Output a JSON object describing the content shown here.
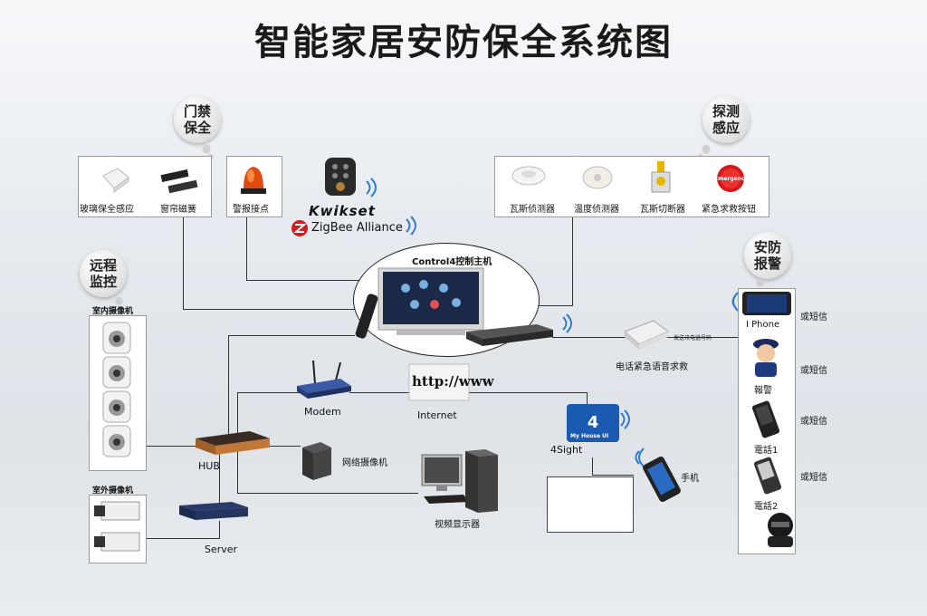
{
  "title": "智能家居安防保全系统图",
  "bubbles": {
    "access": "门禁保全",
    "detect": "探测感应",
    "remote": "远程监控",
    "alarm": "安防报警"
  },
  "access_panel": {
    "glass_sensor": "玻璃保全感应",
    "window_magnet": "窗帘磁簧",
    "alarm_point": "警报接点"
  },
  "brands": {
    "kwikset": "Kwikset",
    "zigbee": "ZigBee Alliance"
  },
  "detect_panel": {
    "gas_detector": "瓦斯侦测器",
    "temp_detector": "温度侦测器",
    "gas_cutoff": "瓦斯切断器",
    "emergency_button": "紧急求救按钮",
    "emergency_icon_text": "Emergency"
  },
  "controller": {
    "label": "Control4控制主机"
  },
  "remote_panel": {
    "indoor_camera": "室内摄像机",
    "outdoor_camera": "室外摄像机"
  },
  "network": {
    "hub": "HUB",
    "modem": "Modem",
    "internet": "Internet",
    "http_text": "http://www",
    "server": "Server",
    "network_camera": "网络摄像机",
    "video_display": "视频显示器",
    "foursight": "4Sight",
    "myhouse": "My House UI",
    "phone": "手机",
    "phone_alarm": "电话紧急语音求救",
    "dialer_small": "发送讯电话号码"
  },
  "alarm_panel": {
    "iphone": "I Phone",
    "police": "報警",
    "phone1": "電話1",
    "phone2": "電話2",
    "or_sms": "或短信"
  }
}
